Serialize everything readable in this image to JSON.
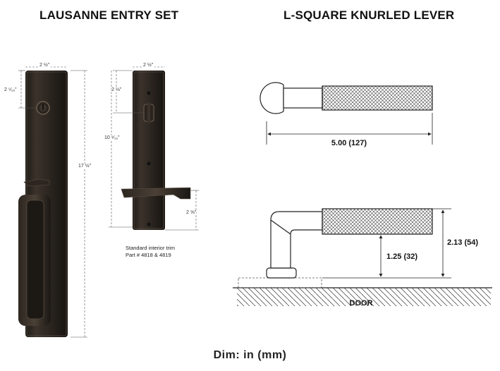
{
  "headings": {
    "left": "LAUSANNE ENTRY SET",
    "right": "L-SQUARE KNURLED LEVER"
  },
  "entry_set_dims": {
    "exterior_width": "2 ½\"",
    "exterior_cylinder_offset": "2 ⁵⁄₁₆\"",
    "exterior_height": "17 ½\"",
    "interior_width": "2 ½\"",
    "interior_thumbturn_offset": "2 ⅛\"",
    "interior_spacing": "10 ⁹⁄₁₆\"",
    "interior_lever_offset": "2 ⅝\""
  },
  "caption": {
    "line1": "Standard interior trim",
    "line2": "Part # 4818 & 4819"
  },
  "lever_dims": {
    "length": "5.00 (127)",
    "inner_projection": "1.25 (32)",
    "outer_projection": "2.13 (54)",
    "door_label": "DOOR"
  },
  "footer": "Dim: in (mm)"
}
